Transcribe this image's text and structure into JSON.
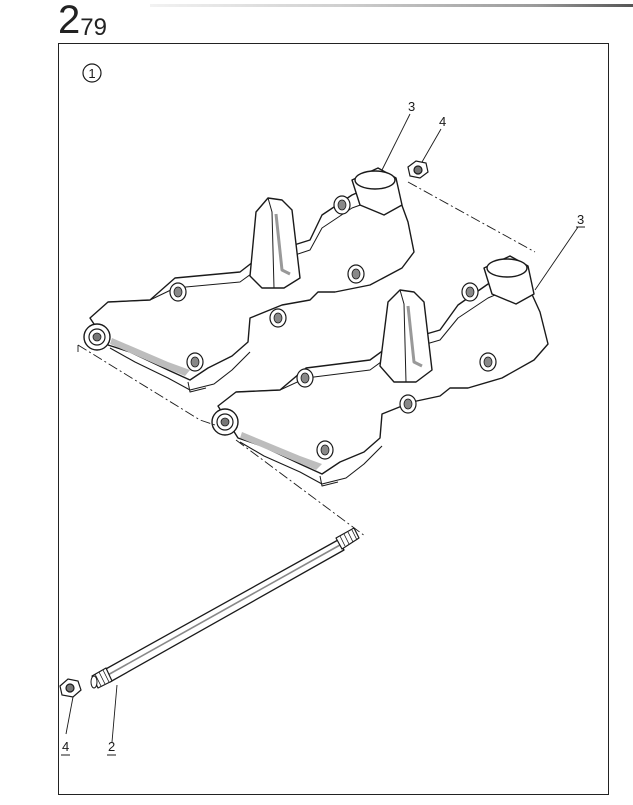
{
  "page_number": {
    "big": "2",
    "small": "79"
  },
  "figure": {
    "number": "1"
  },
  "callouts": [
    {
      "id": "3-top",
      "text": "3"
    },
    {
      "id": "4-top",
      "text": "4"
    },
    {
      "id": "3-right",
      "text": "3"
    },
    {
      "id": "4-bottom",
      "text": "4"
    },
    {
      "id": "2-bottom",
      "text": "2"
    }
  ],
  "colors": {
    "line": "#1a1a1a",
    "shade": "#bdbdbd",
    "paper": "#ffffff"
  }
}
